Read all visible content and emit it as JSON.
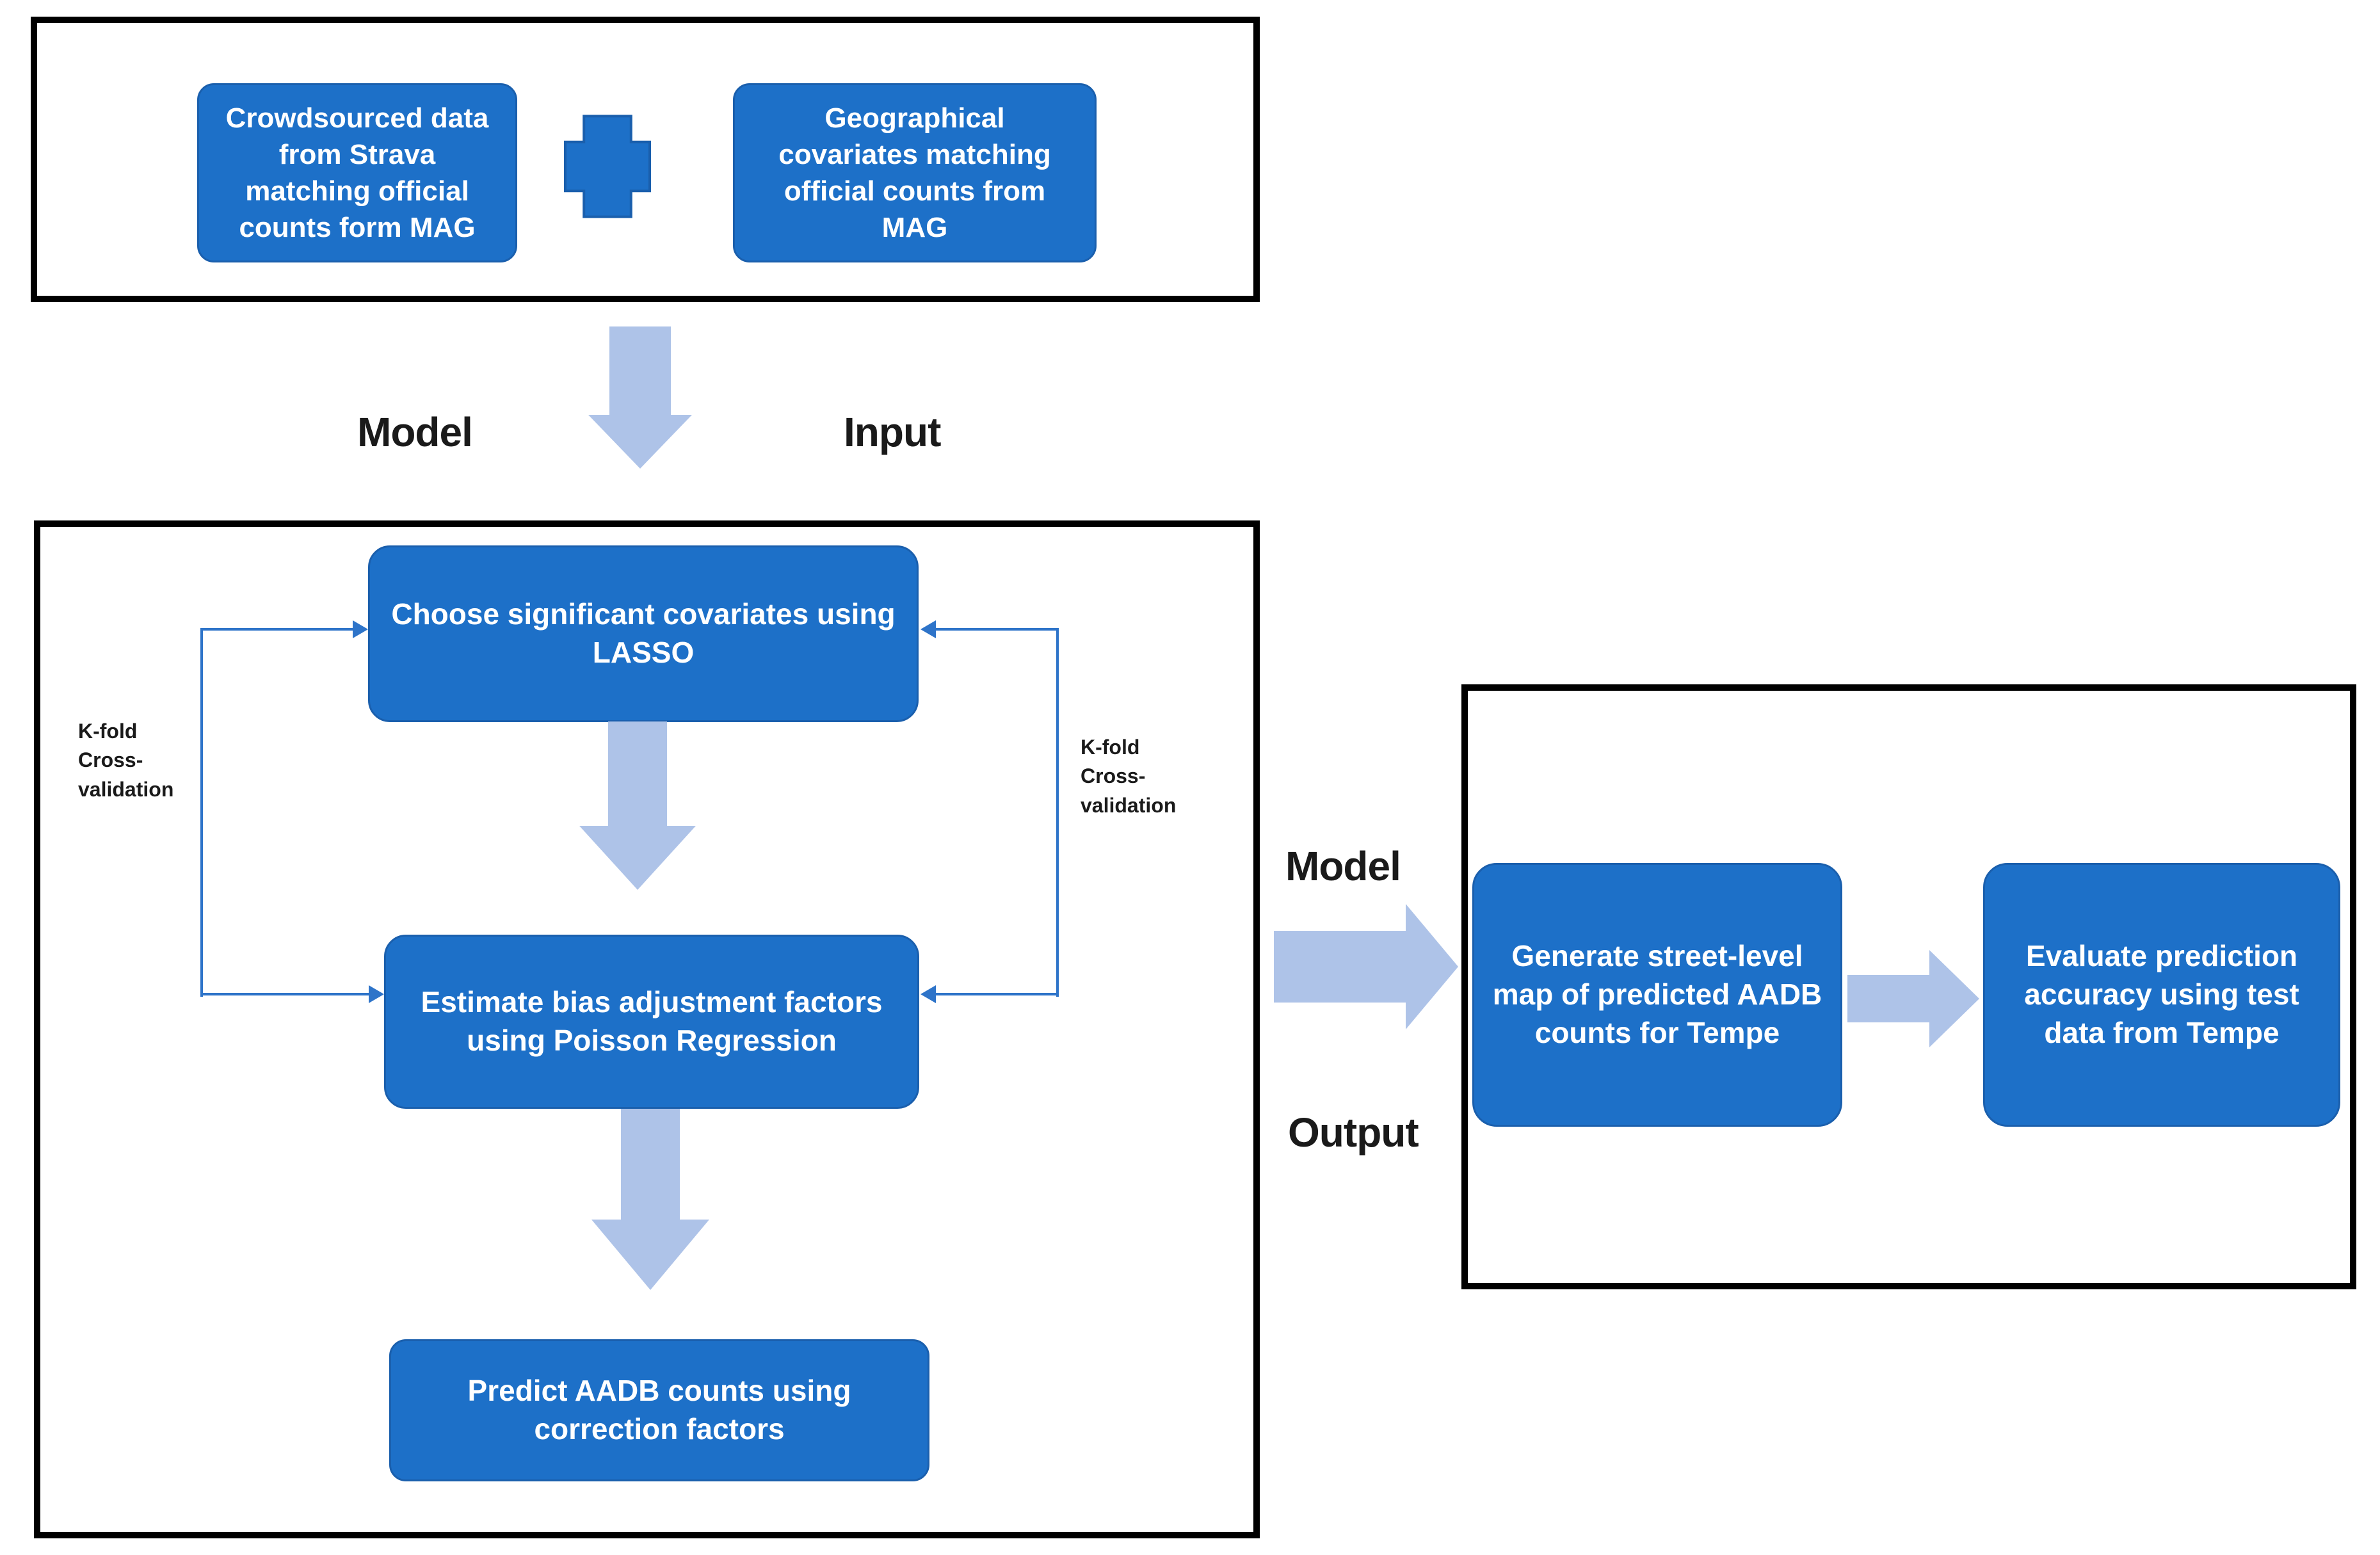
{
  "colors": {
    "box_blue": "#1D70C8",
    "box_blue_border": "#1A5FAD",
    "fat_arrow_blue": "#AEC3E8",
    "loop_line_blue": "#2E74C9",
    "panel_border_black": "#000000",
    "box_text_white": "#FFFFFF",
    "label_text_black": "#1A1A1A",
    "background": "#FFFFFF"
  },
  "input_panel": {
    "strava_box_text": "Crowdsourced data\nfrom Strava\nmatching official\ncounts form MAG",
    "plus_icon": "plus",
    "geo_box_text": "Geographical\ncovariates matching\nofficial counts from\nMAG"
  },
  "flow_labels": {
    "input_arrow_left": "Model",
    "input_arrow_right": "Input",
    "output_arrow_top": "Model",
    "output_arrow_bottom": "Output"
  },
  "model_panel": {
    "lasso_box_text": "Choose significant covariates using\nLASSO",
    "poisson_box_text": "Estimate bias adjustment factors\nusing Poisson Regression",
    "predict_box_text": "Predict AADB counts using\ncorrection factors",
    "kfold_left_text": "K-fold\nCross-\nvalidation",
    "kfold_right_text": "K-fold\nCross-\nvalidation"
  },
  "output_panel": {
    "generate_box_text": "Generate street-level\nmap of predicted AADB\ncounts for Tempe",
    "evaluate_box_text": "Evaluate prediction\naccuracy using test\ndata from Tempe"
  }
}
